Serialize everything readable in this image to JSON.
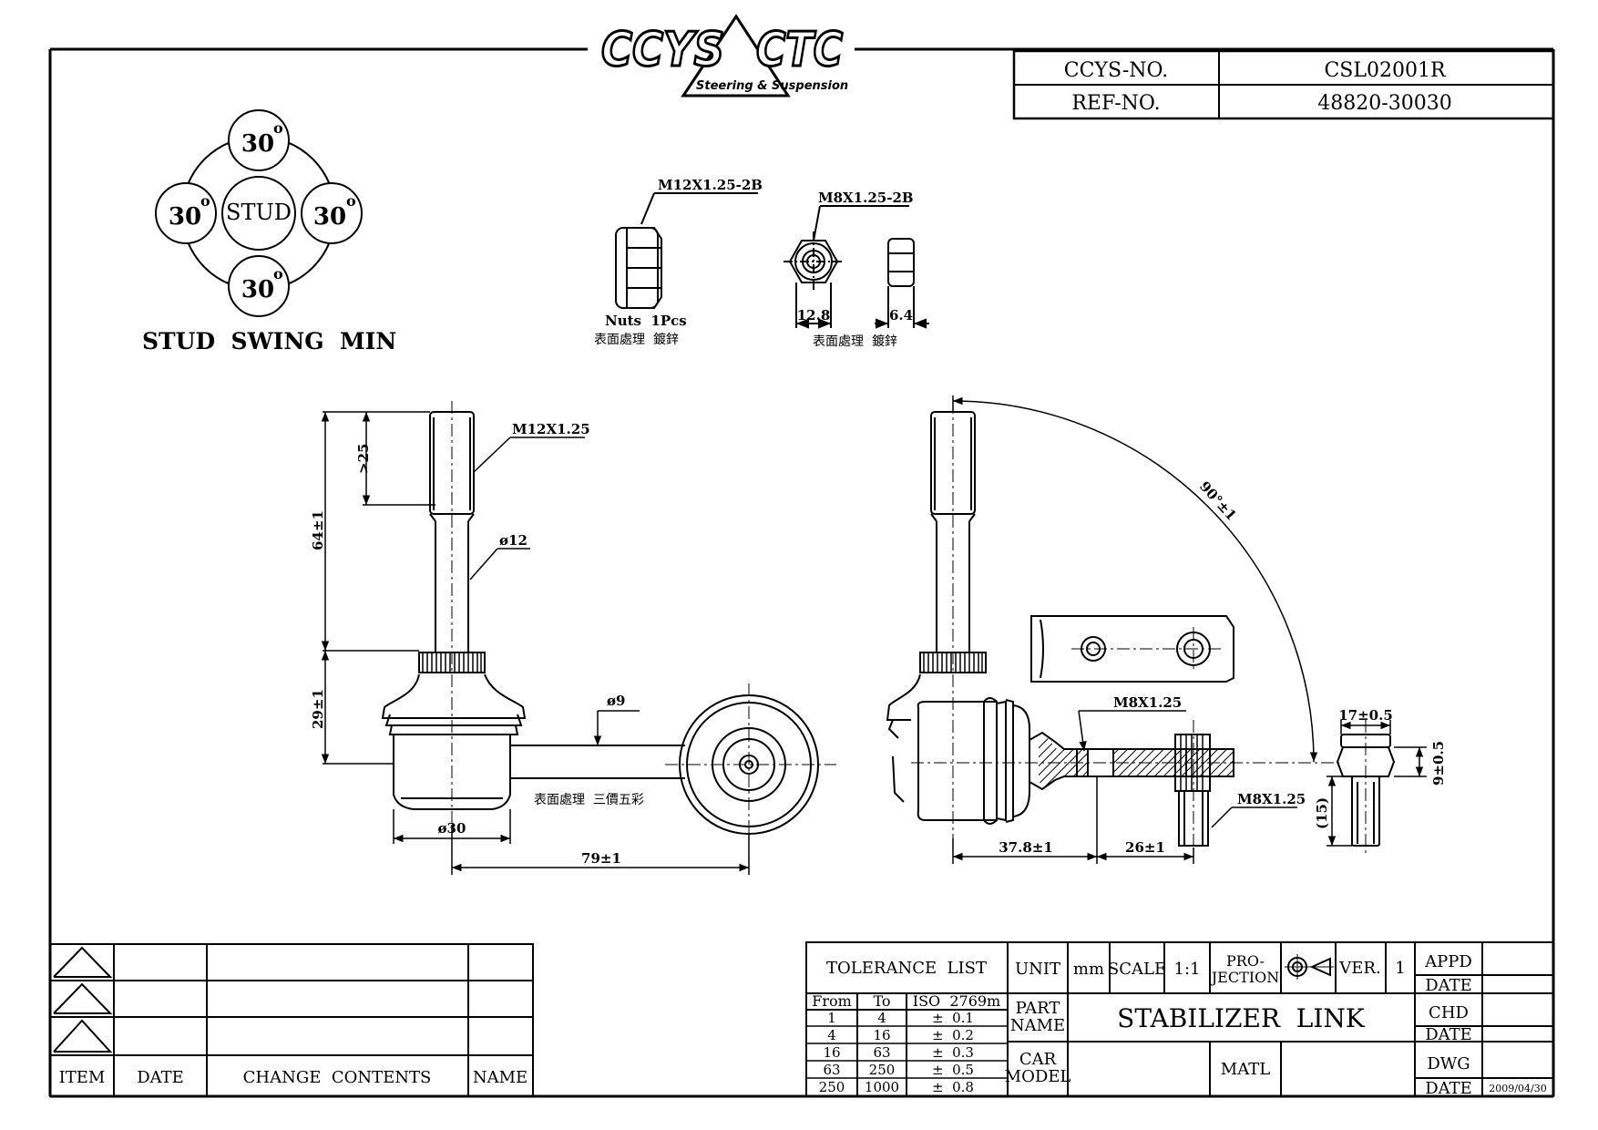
{
  "logo": {
    "brand_left": "CCYS",
    "brand_right": "CTC",
    "tagline": "Steering & Suspension"
  },
  "header": {
    "ccys_label": "CCYS-NO.",
    "ccys_value": "CSL02001R",
    "ref_label": "REF-NO.",
    "ref_value": "48820-30030"
  },
  "swing": {
    "top": "30",
    "left": "30",
    "right": "30",
    "bottom": "30",
    "deg": "o",
    "center": "STUD",
    "caption": "STUD  SWING  MIN"
  },
  "nuts": {
    "nut1_thread": "M12X1.25-2B",
    "nut1_qty": "Nuts  1Pcs",
    "nut1_finish": "表面處理  鍍鋅",
    "nut2_thread": "M8X1.25-2B",
    "nut2_width": "12.8",
    "nut2_thick": "6.4",
    "nut2_finish": "表面處理  鍍鋅"
  },
  "front_view": {
    "thread": "M12X1.25",
    "thread_len": ">25",
    "stud_len": "64±1",
    "stud_dia": "ø12",
    "ball_h": "29±1",
    "rod_dia": "ø9",
    "finish": "表面處理  三價五彩",
    "housing_dia": "ø30",
    "center_dist": "79±1"
  },
  "side_view": {
    "angle": "90°±1",
    "thread": "M8X1.25",
    "thread2": "M8X1.25",
    "dim_a": "37.8±1",
    "dim_b": "26±1",
    "end_w": "17±0.5",
    "end_h": "9±0.5",
    "end_len": "(15)"
  },
  "revisions": {
    "col_item": "ITEM",
    "col_date": "DATE",
    "col_change": "CHANGE  CONTENTS",
    "col_name": "NAME"
  },
  "titleblock": {
    "tol_title": "TOLERANCE  LIST",
    "tol_cols": [
      "From",
      "To",
      "ISO  2769m"
    ],
    "tol_rows": [
      [
        "1",
        "4",
        "±  0.1"
      ],
      [
        "4",
        "16",
        "±  0.2"
      ],
      [
        "16",
        "63",
        "±  0.3"
      ],
      [
        "63",
        "250",
        "±  0.5"
      ],
      [
        "250",
        "1000",
        "±  0.8"
      ]
    ],
    "unit_label": "UNIT",
    "unit_value": "mm",
    "scale_label": "SCALE",
    "scale_value": "1:1",
    "proj_label_1": "PRO-",
    "proj_label_2": "JECTION",
    "ver_label": "VER.",
    "ver_value": "1",
    "part_label_1": "PART",
    "part_label_2": "NAME",
    "part_name": "STABILIZER  LINK",
    "car_label_1": "CAR",
    "car_label_2": "MODEL",
    "matl_label": "MATL",
    "appd": "APPD",
    "chd": "CHD",
    "dwg": "DWG",
    "date": "DATE",
    "drawing_date": "2009/04/30"
  }
}
